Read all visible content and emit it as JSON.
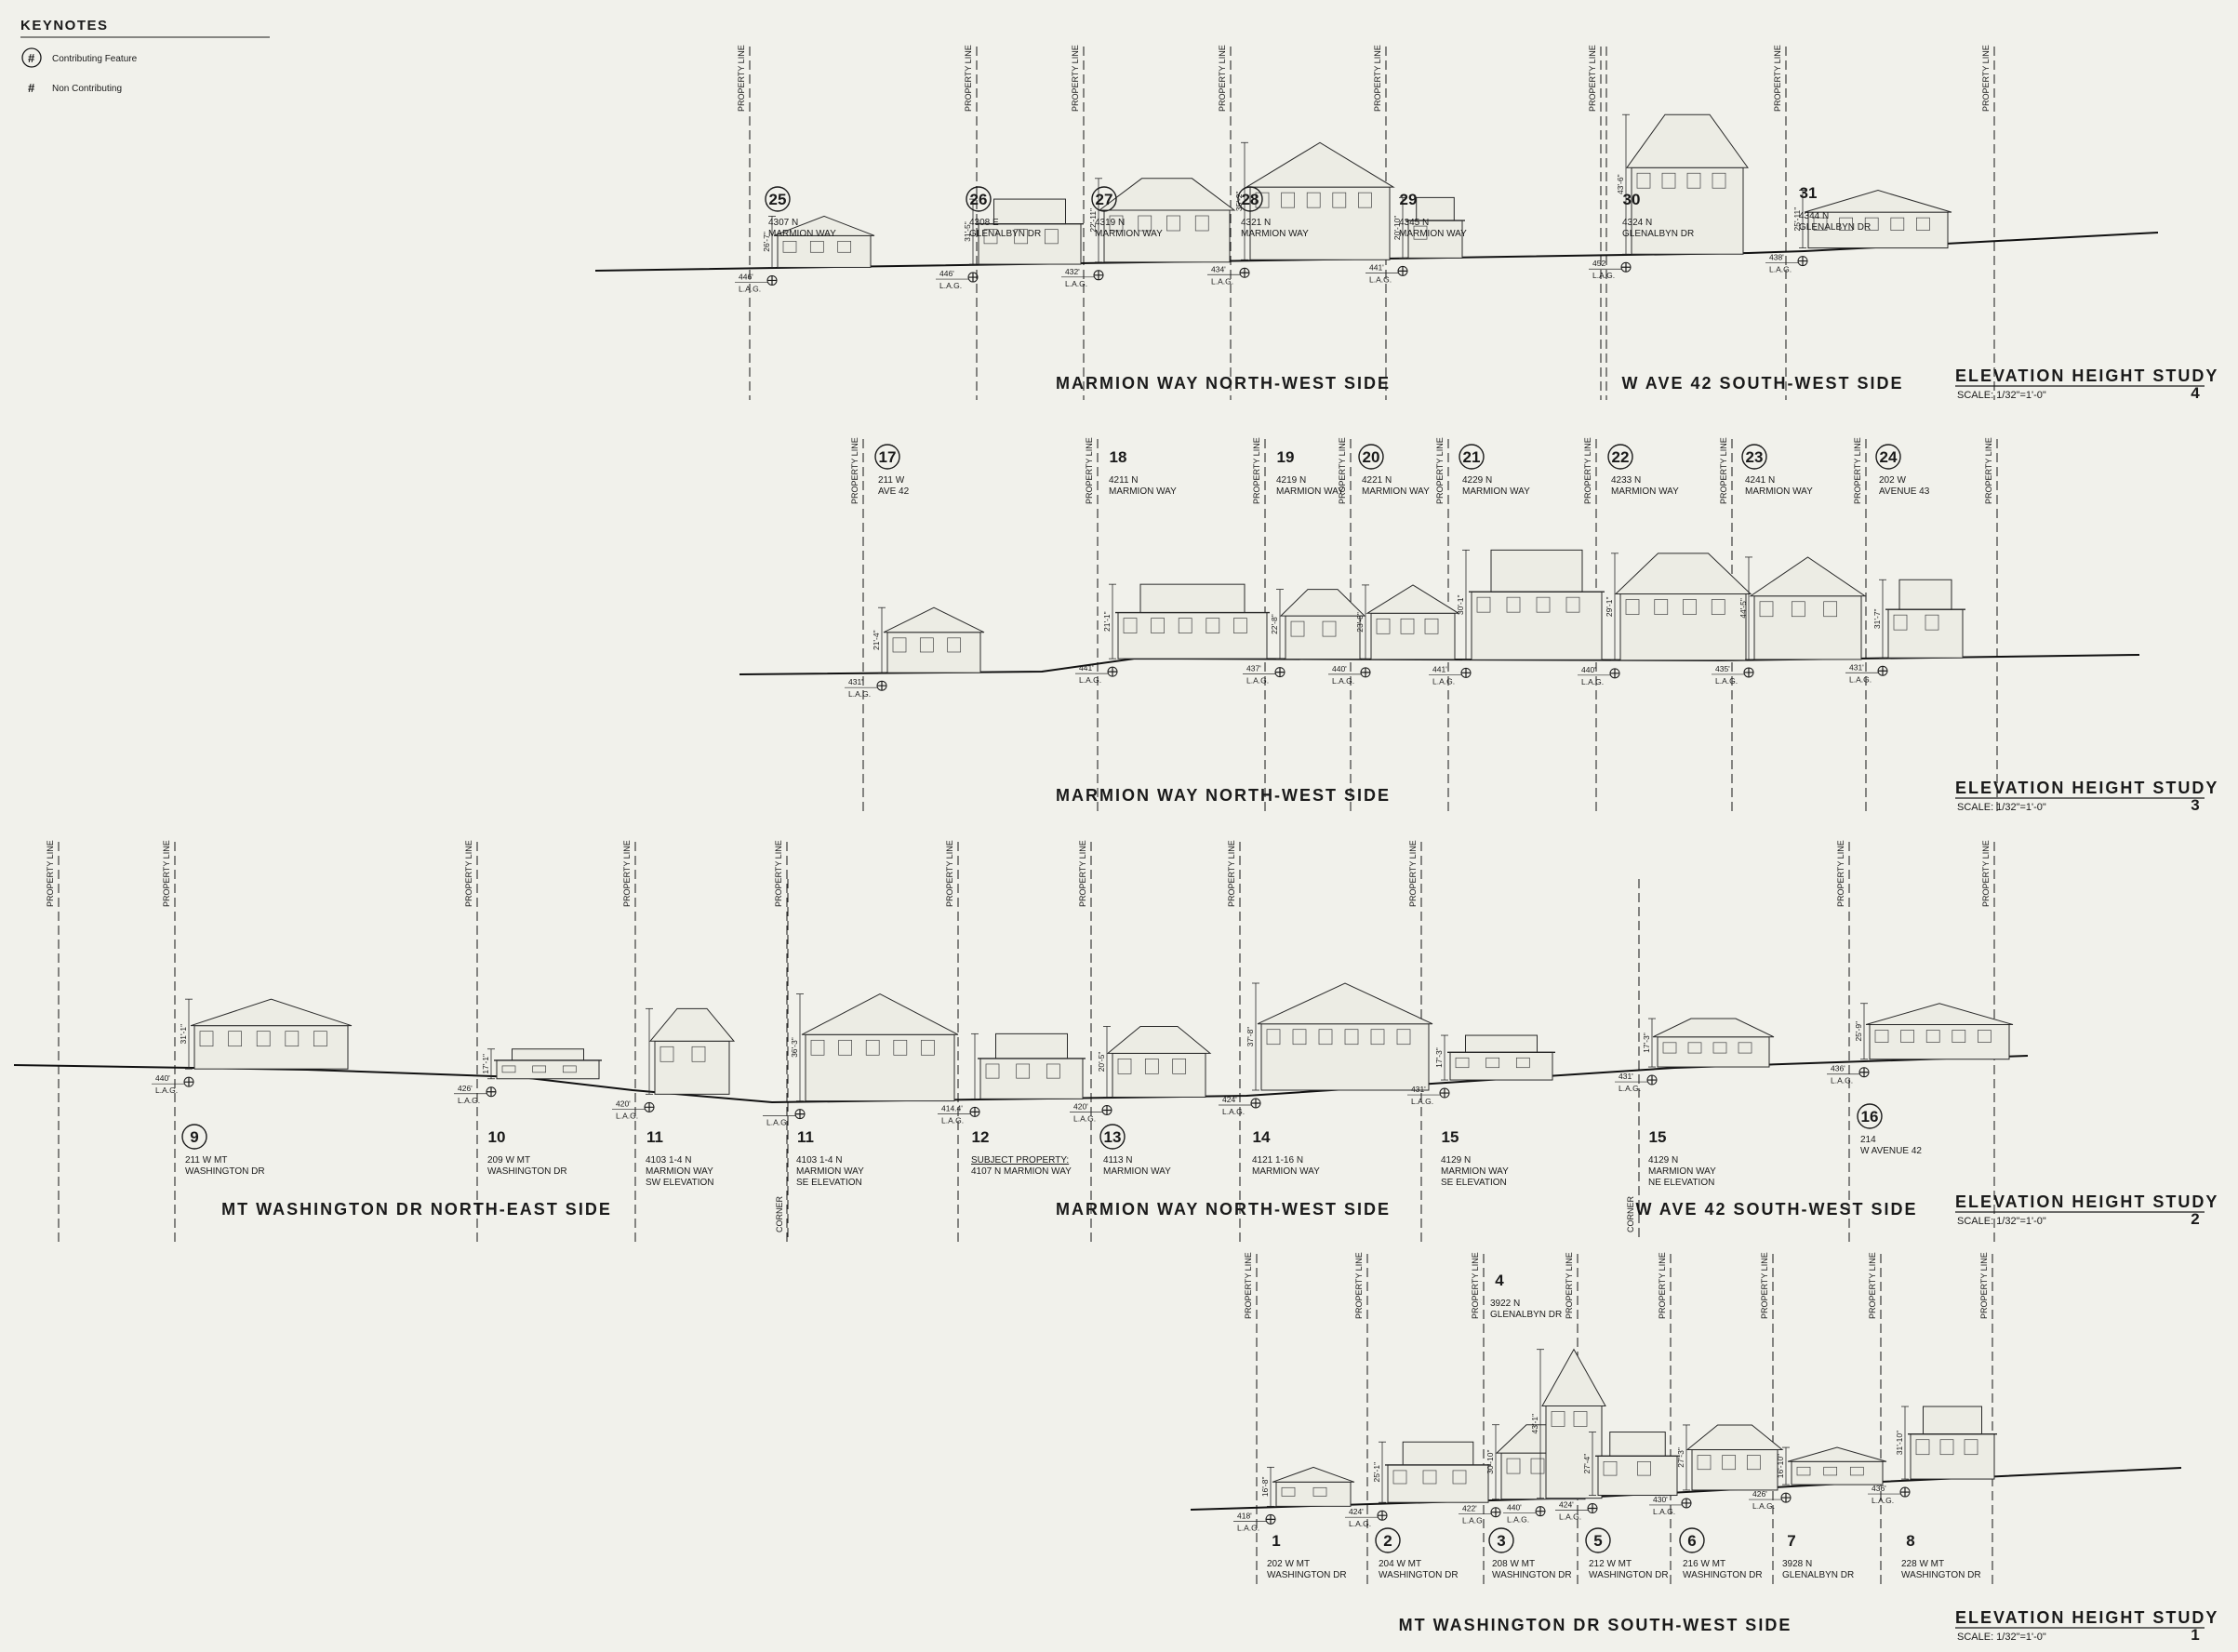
{
  "keynotes": {
    "title": "KEYNOTES",
    "items": [
      {
        "symbol": "#",
        "label": "Contributing Feature",
        "circled": true
      },
      {
        "symbol": "#",
        "label": "Non Contributing",
        "circled": false
      }
    ]
  },
  "common": {
    "property_line": "PROPERTY LINE",
    "corner": "CORNER",
    "lag": "L.A.G."
  },
  "studies": [
    {
      "id": "4",
      "sheet_title": "ELEVATION HEIGHT STUDY",
      "scale": "SCALE: 1/32\"=1'-0\"",
      "sections": [
        "MARMION WAY NORTH-WEST SIDE",
        "W AVE 42 SOUTH-WEST SIDE"
      ],
      "properties": [
        {
          "num": "25",
          "circled": true,
          "address": [
            "4307 N",
            "MARMION WAY"
          ],
          "height": "26'-7\"",
          "elev": "446'"
        },
        {
          "num": "26",
          "circled": true,
          "address": [
            "4308 E",
            "GLENALBYN DR"
          ],
          "height": "31'-5\"",
          "elev": "446'"
        },
        {
          "num": "27",
          "circled": true,
          "address": [
            "4319 N",
            "MARMION WAY"
          ],
          "height": "22'-11\"",
          "elev": "432'"
        },
        {
          "num": "28",
          "circled": true,
          "address": [
            "4321 N",
            "MARMION WAY"
          ],
          "height": "35'-2\"",
          "elev": "434'"
        },
        {
          "num": "29",
          "circled": false,
          "address": [
            "4345 N",
            "MARMION WAY"
          ],
          "height": "20'-10\"",
          "elev": "441'"
        },
        {
          "num": "30",
          "circled": false,
          "address": [
            "4324 N",
            "GLENALBYN DR"
          ],
          "height": "43'-6\"",
          "elev": "452'"
        },
        {
          "num": "31",
          "circled": false,
          "address": [
            "4344 N",
            "GLENALBYN DR"
          ],
          "height": "25'-11\"",
          "elev": "438'"
        }
      ]
    },
    {
      "id": "3",
      "sheet_title": "ELEVATION HEIGHT STUDY",
      "scale": "SCALE: 1/32\"=1'-0\"",
      "sections": [
        "MARMION WAY NORTH-WEST SIDE"
      ],
      "properties": [
        {
          "num": "17",
          "circled": true,
          "address": [
            "211 W",
            "AVE 42"
          ],
          "height": "21'-4\"",
          "elev": "431'"
        },
        {
          "num": "18",
          "circled": false,
          "address": [
            "4211 N",
            "MARMION WAY"
          ],
          "height": "21'-1\"",
          "elev": "441'"
        },
        {
          "num": "19",
          "circled": false,
          "address": [
            "4219 N",
            "MARMION WAY"
          ],
          "height": "22'-8\"",
          "elev": "437'"
        },
        {
          "num": "20",
          "circled": true,
          "address": [
            "4221 N",
            "MARMION WAY"
          ],
          "height": "23'-8\"",
          "elev": "440'"
        },
        {
          "num": "21",
          "circled": true,
          "address": [
            "4229 N",
            "MARMION WAY"
          ],
          "height": "30'-1\"",
          "elev": "441'"
        },
        {
          "num": "22",
          "circled": true,
          "address": [
            "4233 N",
            "MARMION WAY"
          ],
          "height": "29'-1\"",
          "elev": "440'"
        },
        {
          "num": "23",
          "circled": true,
          "address": [
            "4241 N",
            "MARMION WAY"
          ],
          "height": "44'-5\"",
          "elev": "435'"
        },
        {
          "num": "24",
          "circled": true,
          "address": [
            "202 W",
            "AVENUE 43"
          ],
          "height": "31'-7\"",
          "elev": "431'"
        }
      ]
    },
    {
      "id": "2",
      "sheet_title": "ELEVATION HEIGHT STUDY",
      "scale": "SCALE: 1/32\"=1'-0\"",
      "sections": [
        "MT WASHINGTON DR NORTH-EAST SIDE",
        "MARMION WAY NORTH-WEST SIDE",
        "W AVE 42 SOUTH-WEST SIDE"
      ],
      "properties": [
        {
          "num": "9",
          "circled": true,
          "address": [
            "211 W MT",
            "WASHINGTON DR"
          ],
          "height": "31'-1\"",
          "elev": "440'"
        },
        {
          "num": "10",
          "circled": false,
          "address": [
            "209 W MT",
            "WASHINGTON DR"
          ],
          "height": "17'-1\"",
          "elev": "426'"
        },
        {
          "num": "11",
          "circled": false,
          "address": [
            "4103 1-4 N",
            "MARMION WAY",
            "SW ELEVATION"
          ],
          "height": "",
          "elev": "420'"
        },
        {
          "num": "11",
          "circled": false,
          "address": [
            "4103 1-4 N",
            "MARMION WAY",
            "SE ELEVATION"
          ],
          "height": "36'-3\"",
          "elev": ""
        },
        {
          "num": "12",
          "circled": false,
          "address": [
            "SUBJECT PROPERTY:",
            "4107 N MARMION WAY"
          ],
          "height": "",
          "elev": "414.4'"
        },
        {
          "num": "13",
          "circled": true,
          "address": [
            "4113 N",
            "MARMION WAY"
          ],
          "height": "20'-5\"",
          "elev": "420'"
        },
        {
          "num": "14",
          "circled": false,
          "address": [
            "4121 1-16 N",
            "MARMION WAY"
          ],
          "height": "37'-8\"",
          "elev": "424'"
        },
        {
          "num": "15",
          "circled": false,
          "address": [
            "4129 N",
            "MARMION WAY",
            "SE ELEVATION"
          ],
          "height": "17'-3\"",
          "elev": "431'"
        },
        {
          "num": "15",
          "circled": false,
          "address": [
            "4129 N",
            "MARMION WAY",
            "NE ELEVATION"
          ],
          "height": "17'-3\"",
          "elev": "431'"
        },
        {
          "num": "16",
          "circled": true,
          "address": [
            "214",
            "W AVENUE 42"
          ],
          "height": "25'-9\"",
          "elev": "436'"
        }
      ]
    },
    {
      "id": "1",
      "sheet_title": "ELEVATION HEIGHT STUDY",
      "scale": "SCALE: 1/32\"=1'-0\"",
      "sections": [
        "MT WASHINGTON DR SOUTH-WEST SIDE"
      ],
      "properties": [
        {
          "num": "1",
          "circled": false,
          "address": [
            "202 W MT",
            "WASHINGTON DR"
          ],
          "height": "16'-8\"",
          "elev": "418'"
        },
        {
          "num": "2",
          "circled": true,
          "address": [
            "204 W MT",
            "WASHINGTON DR"
          ],
          "height": "25'-1\"",
          "elev": "424'"
        },
        {
          "num": "3",
          "circled": true,
          "address": [
            "208 W MT",
            "WASHINGTON DR"
          ],
          "height": "30'-10\"",
          "elev": "422'"
        },
        {
          "num": "4",
          "circled": false,
          "address": [
            "3922 N",
            "GLENALBYN DR"
          ],
          "height": "43'-1\"",
          "elev": "440'"
        },
        {
          "num": "5",
          "circled": true,
          "address": [
            "212 W MT",
            "WASHINGTON DR"
          ],
          "height": "27'-4\"",
          "elev": "424'"
        },
        {
          "num": "6",
          "circled": true,
          "address": [
            "216 W MT",
            "WASHINGTON DR"
          ],
          "height": "27'-3\"",
          "elev": "430'"
        },
        {
          "num": "7",
          "circled": false,
          "address": [
            "3928 N",
            "GLENALBYN DR"
          ],
          "height": "16'-10\"",
          "elev": "426'"
        },
        {
          "num": "8",
          "circled": false,
          "address": [
            "228 W MT",
            "WASHINGTON DR"
          ],
          "height": "31'-10\"",
          "elev": "436'"
        }
      ]
    }
  ]
}
